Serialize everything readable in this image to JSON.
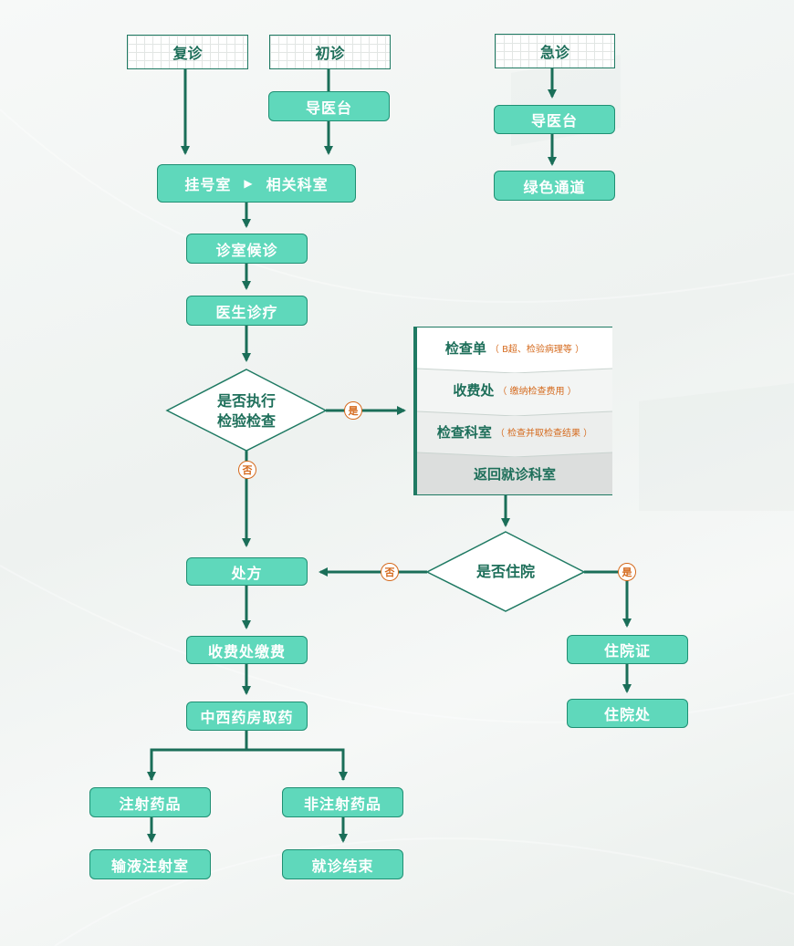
{
  "top": {
    "fuzhen": "复诊",
    "chuzhen": "初诊",
    "jizhen": "急诊"
  },
  "nodes": {
    "daoyitai_left": "导医台",
    "daoyitai_right": "导医台",
    "lvse_tongdao": "绿色通道",
    "guahaoshi": "挂号室",
    "xiangguan_keshi": "相关科室",
    "zhenshi_houzhen": "诊室候诊",
    "yisheng_zhenliao": "医生诊疗",
    "chufang": "处方",
    "shoufei_jiaofei": "收费处缴费",
    "zhongxi_yaofang": "中西药房取药",
    "zhushe_yaopin": "注射药品",
    "fei_zhushe_yaopin": "非注射药品",
    "shuye_zhusheshi": "输液注射室",
    "jiuzhen_jieshu": "就诊结束",
    "zhuyuan_zheng": "住院证",
    "zhuyuan_chu": "住院处"
  },
  "decisions": {
    "check_line1": "是否执行",
    "check_line2": "检验检查",
    "hospitalize": "是否住院"
  },
  "badges": {
    "yes_check": "是",
    "no_check": "否",
    "no_hosp": "否",
    "yes_hosp": "是"
  },
  "panel": {
    "rows": [
      {
        "title": "检查单",
        "note": "（ B超、检验病理等 ）"
      },
      {
        "title": "收费处",
        "note": "（ 缴纳检查费用 ）"
      },
      {
        "title": "检查科室",
        "note": "（ 检查并取检查结果 ）"
      },
      {
        "title": "返回就诊科室",
        "note": ""
      }
    ]
  },
  "colors": {
    "node_fill": "#5fd8bb",
    "node_border": "#1f8f73",
    "line": "#1a6e58",
    "badge": "#d56a1d",
    "text_dark": "#1e6f5a"
  }
}
